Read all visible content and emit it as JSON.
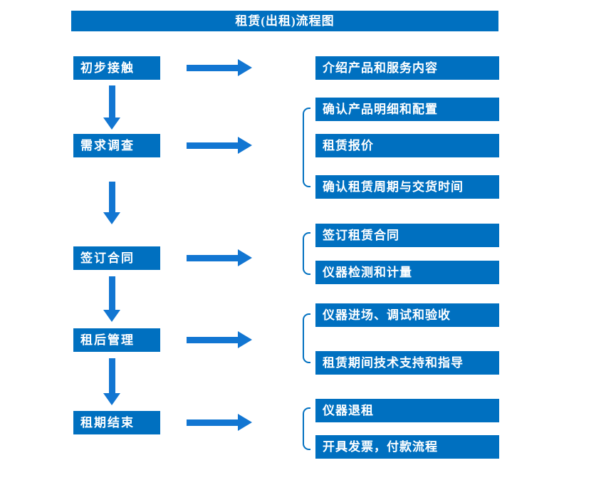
{
  "title": "租赁(出租)流程图",
  "colors": {
    "primary": "#0070C0",
    "arrow": "#1276D2",
    "text_on_primary": "#FFFFFF",
    "background": "#FFFFFF"
  },
  "stages": [
    {
      "label": "初步接触",
      "details": [
        "介绍产品和服务内容"
      ]
    },
    {
      "label": "需求调查",
      "details": [
        "确认产品明细和配置",
        "租赁报价",
        "确认租赁周期与交货时间"
      ]
    },
    {
      "label": "签订合同",
      "details": [
        "签订租赁合同",
        "仪器检测和计量"
      ]
    },
    {
      "label": "租后管理",
      "details": [
        "仪器进场、调试和验收",
        "租赁期间技术支持和指导"
      ]
    },
    {
      "label": "租期结束",
      "details": [
        "仪器退租",
        "开具发票，付款流程"
      ]
    }
  ]
}
